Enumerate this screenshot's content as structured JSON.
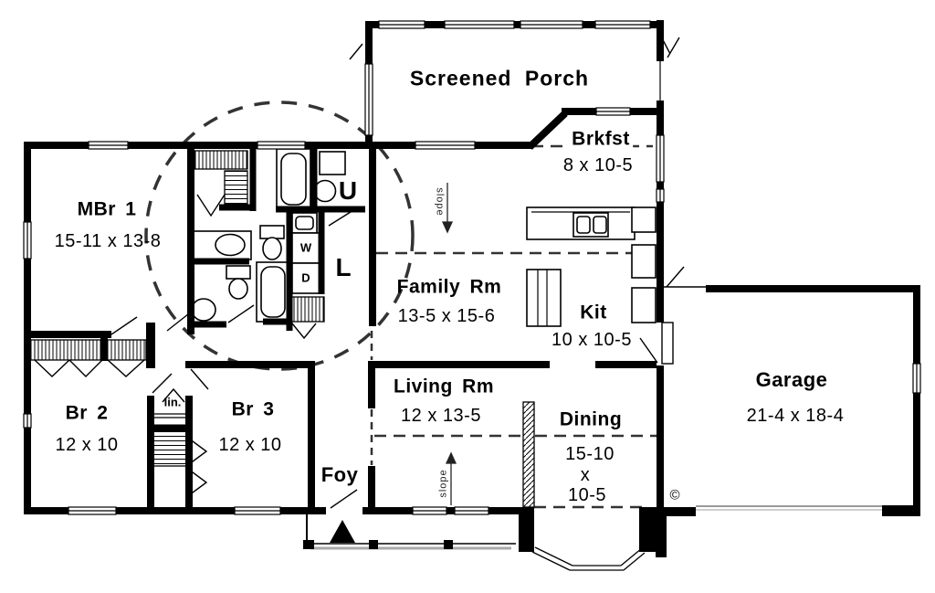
{
  "rooms": {
    "porch": {
      "name": "Screened Porch"
    },
    "brkfst": {
      "name": "Brkfst",
      "dims": "8 x 10-5"
    },
    "mbr": {
      "name": "MBr 1",
      "dims": "15-11 x 13-8"
    },
    "family": {
      "name": "Family Rm",
      "dims": "13-5 x 15-6"
    },
    "kit": {
      "name": "Kit",
      "dims": "10 x 10-5"
    },
    "living": {
      "name": "Living Rm",
      "dims": "12 x 13-5"
    },
    "dining": {
      "name": "Dining",
      "dims_l1": "15-10",
      "dims_l2": "x",
      "dims_l3": "10-5"
    },
    "br2": {
      "name": "Br 2",
      "dims": "12 x 10"
    },
    "br3": {
      "name": "Br 3",
      "dims": "12 x 10"
    },
    "foy": {
      "name": "Foy"
    },
    "garage": {
      "name": "Garage",
      "dims": "21-4 x 18-4"
    }
  },
  "markers": {
    "utility": "U",
    "closet_l": "L",
    "washer": "W",
    "dryer": "D",
    "linen": "lin.",
    "slope": "slope",
    "copyright": "©"
  },
  "colors": {
    "wall": "#000000",
    "paper": "#ffffff",
    "dash": "#333333",
    "porch_gray": "#a8a8a8",
    "garage_door_gray": "#9a9a9a"
  }
}
